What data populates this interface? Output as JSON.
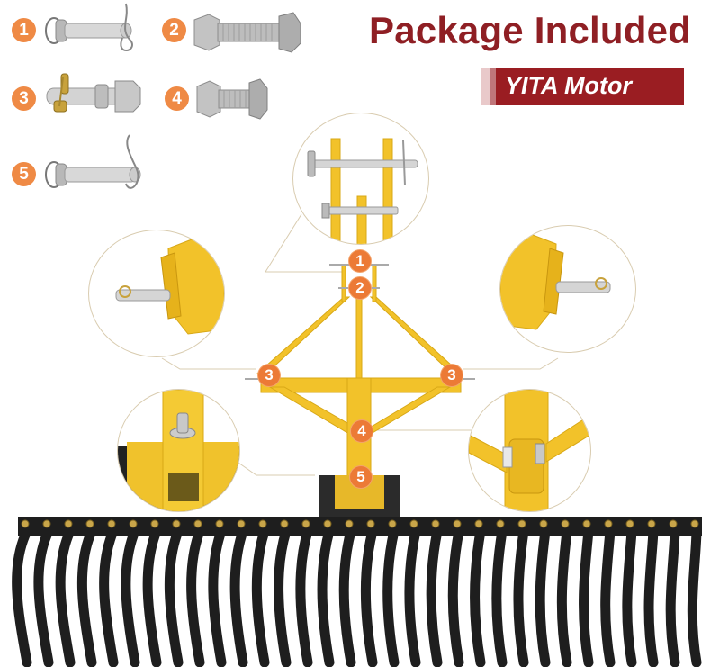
{
  "header": {
    "title": "Package Included",
    "brand": "YITA Motor"
  },
  "colors": {
    "title": "#8f1f24",
    "brand_bg": "#9a1d22",
    "badge": "#ef8a45",
    "frame_yellow": "#f2c22a",
    "rake_black": "#1e1e1e",
    "bolt_gold": "#c9a64a"
  },
  "parts": [
    {
      "number": "1",
      "icon": "clevis-pin-with-hitch-clip-icon"
    },
    {
      "number": "2",
      "icon": "long-hex-bolt-with-nut-icon"
    },
    {
      "number": "3",
      "icon": "pin-with-linchpin-and-nut-icon"
    },
    {
      "number": "4",
      "icon": "short-hex-bolt-with-nut-icon"
    },
    {
      "number": "5",
      "icon": "clevis-pin-with-hitch-clip-icon"
    }
  ],
  "diagram_labels": [
    "1",
    "2",
    "3",
    "3",
    "4",
    "5"
  ]
}
